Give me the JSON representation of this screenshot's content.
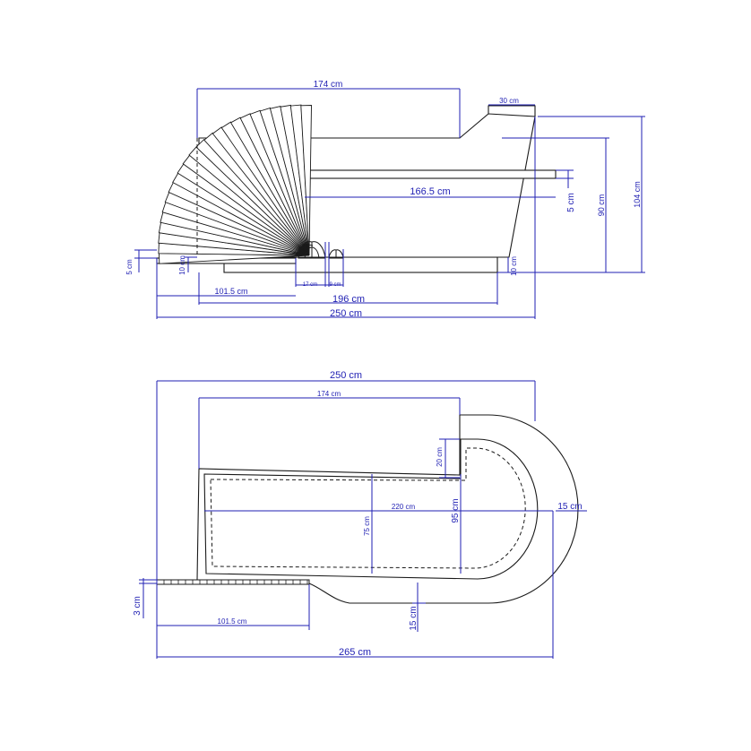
{
  "side_view": {
    "dimensions": {
      "top_length": "174 cm",
      "top_small": "30 cm",
      "shelf_length": "166.5 cm",
      "shelf_thickness": "5 cm",
      "height_90": "90 cm",
      "height_104": "104 cm",
      "plinth_height_left": "10 cm",
      "plinth_height_right": "10 cm",
      "step_height": "5 cm",
      "step_length": "101.5 cm",
      "ornament_large": "17 cm",
      "ornament_small": "9 cm",
      "base_length": "196 cm",
      "total_length": "250 cm"
    }
  },
  "plan_view": {
    "dimensions": {
      "total_width": "250 cm",
      "inner_length": "174 cm",
      "step_in": "20 cm",
      "inner_width_75": "75 cm",
      "inner_length_220": "220 cm",
      "width_95": "95 cm",
      "wall_15_right": "15 cm",
      "wall_15_bottom": "15 cm",
      "step_3": "3 cm",
      "step_length": "101.5 cm",
      "overall_length": "265 cm"
    }
  },
  "colors": {
    "outline": "#1a1a1a",
    "dimension": "#1f1fb3"
  }
}
